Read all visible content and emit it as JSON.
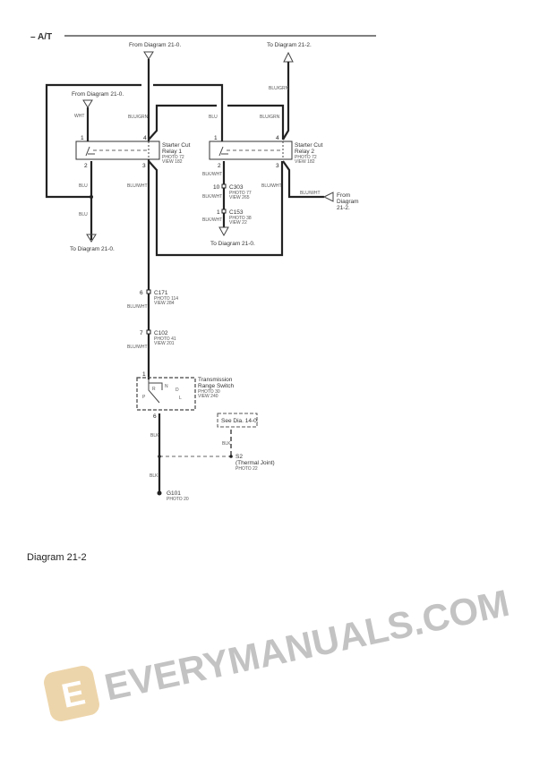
{
  "section_title": "– A/T",
  "caption": "Diagram 21-2",
  "watermark": "EVERYMANUALS.COM",
  "watermark_color": "#b0b0b0",
  "logo_color": "#e8c890",
  "connectors": {
    "top_from": "From Diagram 21-0.",
    "top_to": "To Diagram 21-2.",
    "left_from": "From Diagram 21-0.",
    "left_to": "To Diagram 21-0.",
    "mid_to": "To Diagram 21-0.",
    "right_from": [
      "From",
      "Diagram",
      "21-2."
    ]
  },
  "wires": {
    "wht": "WHT",
    "blu_grn_1": "BLU/GRN",
    "blu_grn_2": "BLU/GRN",
    "blu_grn_3": "BLU/GRN",
    "blu_1": "BLU",
    "blu_2": "BLU",
    "blu_3": "BLU",
    "blu_wht_1": "BLU/WHT",
    "blu_wht_2": "BLU/WHT",
    "blu_wht_3": "BLU/WHT",
    "blu_wht_4": "BLU/WHT",
    "blu_wht_5": "BLU/WHT",
    "blk_wht_1": "BLK/WHT",
    "blk_wht_2": "BLK/WHT",
    "blk_wht_3": "BLK/WHT",
    "blk_1": "BLK",
    "blk_2": "BLK",
    "blk_3": "BLK"
  },
  "relay1": {
    "name": [
      "Starter Cut",
      "Relay 1"
    ],
    "photo": "PHOTO 72",
    "view": "VIEW 182",
    "pins": [
      "1",
      "4",
      "2",
      "3"
    ]
  },
  "relay2": {
    "name": [
      "Starter Cut",
      "Relay 2"
    ],
    "photo": "PHOTO 72",
    "view": "VIEW 182",
    "pins": [
      "1",
      "4",
      "2",
      "3"
    ]
  },
  "c303": {
    "pin": "10",
    "name": "C303",
    "photo": "PHOTO 77",
    "view": "VIEW 265"
  },
  "c153": {
    "pin": "1",
    "name": "C153",
    "photo": "PHOTO 38",
    "view": "VIEW 22"
  },
  "c171": {
    "pin": "6",
    "name": "C171",
    "photo": "PHOTO 114",
    "view": "VIEW 284"
  },
  "c102": {
    "pin": "7",
    "name": "C102",
    "photo": "PHOTO 41",
    "view": "VIEW 201"
  },
  "switch": {
    "name": [
      "Transmission",
      "Range Switch"
    ],
    "photo": "PHOTO 30",
    "view": "VIEW 240",
    "pin_top": "1",
    "pin_bottom": "6",
    "positions": [
      "R",
      "N",
      "D",
      "P",
      "L"
    ]
  },
  "see_dia": "See Dia. 14-0.",
  "s2": {
    "name": "S2",
    "desc": "(Thermal Joint)",
    "photo": "PHOTO 22"
  },
  "g101": {
    "name": "G101",
    "photo": "PHOTO 20"
  }
}
